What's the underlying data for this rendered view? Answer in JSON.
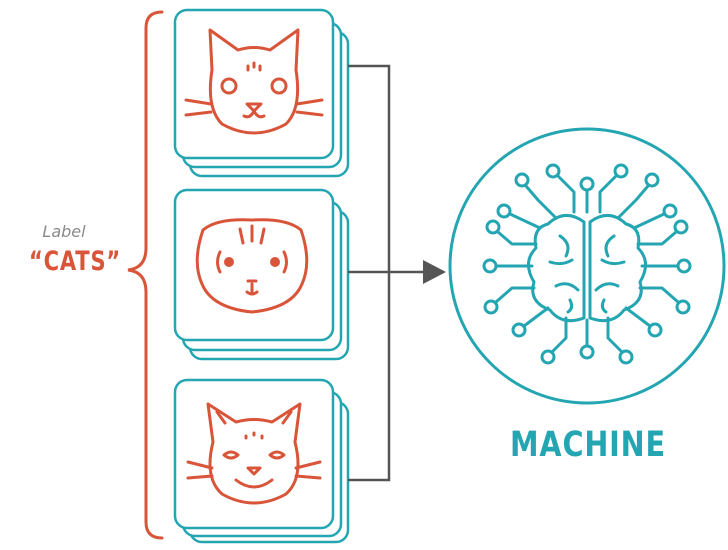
{
  "label": {
    "caption": "Label",
    "value": "“CATS”"
  },
  "machine": {
    "title": "MACHINE"
  },
  "colors": {
    "orange": "#d9553a",
    "teal": "#24a6b2",
    "arrow": "#555555",
    "caption": "#8a8a8a"
  },
  "icons": [
    "cat-face-icon",
    "tabby-cat-face-icon",
    "smiling-cat-face-icon",
    "circuit-brain-icon"
  ]
}
